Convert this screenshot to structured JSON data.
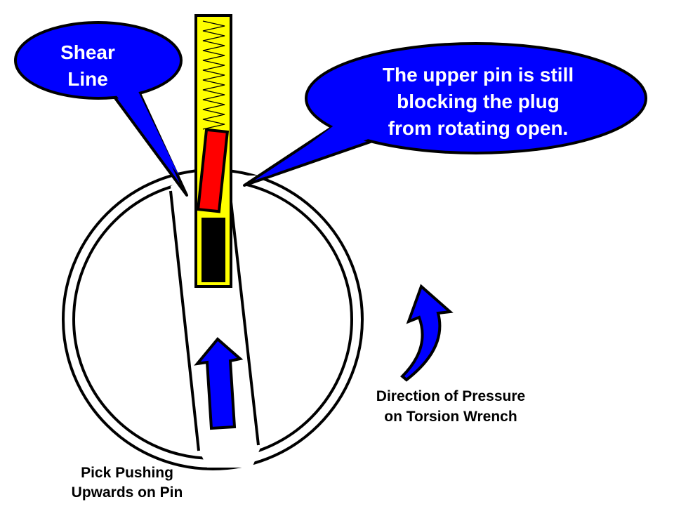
{
  "colors": {
    "callout_fill": "#0000ff",
    "spring_housing": "#ffff00",
    "driver_pin": "#ff0000",
    "key_pin": "#000000",
    "arrow_fill": "#0000ff",
    "outline": "#000000",
    "background": "#ffffff"
  },
  "callouts": {
    "shear_line": "Shear\nLine",
    "upper_pin": "The upper pin is still\nblocking the plug\nfrom rotating open."
  },
  "labels": {
    "torsion": "Direction of Pressure\non Torsion Wrench",
    "pick": "Pick Pushing\nUpwards on Pin"
  },
  "icons": {
    "pick_arrow": "arrow-up-icon",
    "torsion_arrow": "curved-arrow-icon"
  }
}
